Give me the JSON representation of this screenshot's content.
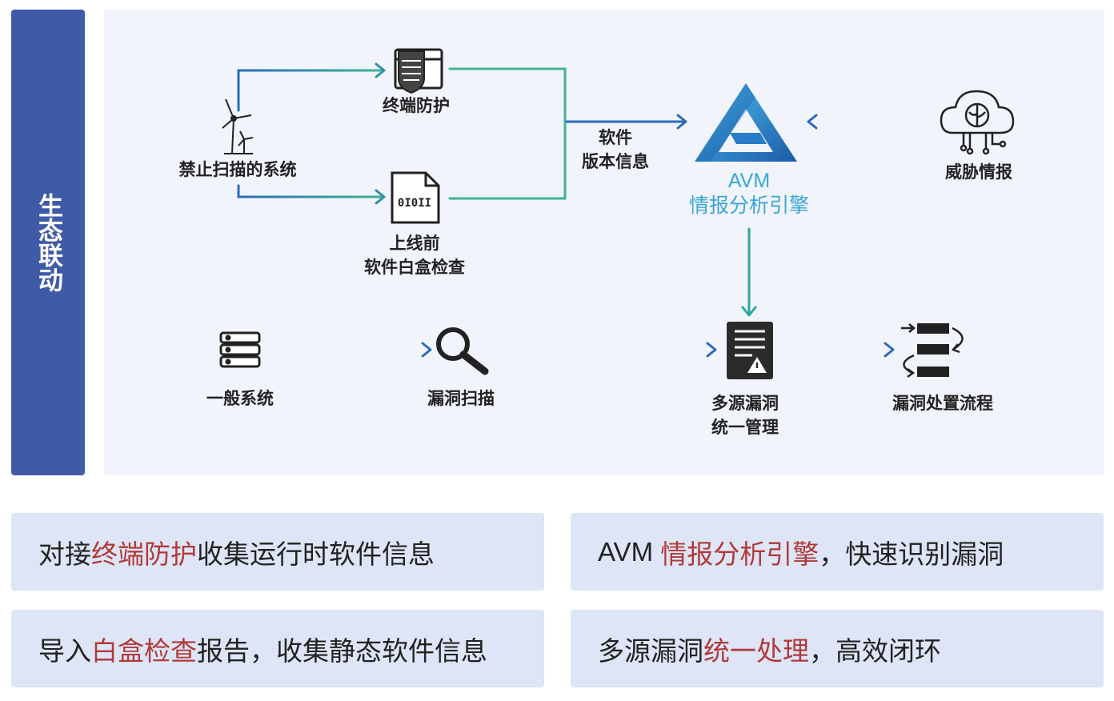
{
  "sidebar": {
    "label": "生态联动"
  },
  "nodes": {
    "banned_systems": "禁止扫描的系统",
    "endpoint_protection": "终端防护",
    "whitebox_line1": "上线前",
    "whitebox_line2": "软件白盒检查",
    "software_version_line1": "软件",
    "software_version_line2": "版本信息",
    "engine_line1": "AVM",
    "engine_line2": "情报分析引擎",
    "threat_intel": "威胁情报",
    "general_system": "一般系统",
    "vuln_scan": "漏洞扫描",
    "multi_source_line1": "多源漏洞",
    "multi_source_line2": "统一管理",
    "vuln_process": "漏洞处置流程"
  },
  "icons": {
    "banned_systems": "wind-turbine-icon",
    "endpoint_protection": "shield-window-icon",
    "whitebox": "binary-file-icon",
    "engine": "avm-triangle-logo",
    "threat_intel": "brain-cloud-icon",
    "general_system": "server-stack-icon",
    "vuln_scan": "magnifier-icon",
    "multi_source": "document-warning-icon",
    "vuln_process": "process-flow-icon"
  },
  "cards": [
    {
      "pre": "对接",
      "hl": "终端防护",
      "post": "收集运行时软件信息"
    },
    {
      "pre": "AVM ",
      "hl": "情报分析引擎",
      "post": "，快速识别漏洞"
    },
    {
      "pre": "导入",
      "hl": "白盒检查",
      "post": "报告，收集静态软件信息"
    },
    {
      "pre": "多源漏洞",
      "hl": "统一处理",
      "post": "，高效闭环"
    }
  ],
  "colors": {
    "sidebar": "#3f5aa6",
    "panel": "#f1f4fb",
    "card": "#dde5f6",
    "highlight": "#b03a3a",
    "engine_text": "#3aa6d6",
    "line_blue": "#2a6cb8",
    "line_green": "#3db58f"
  }
}
